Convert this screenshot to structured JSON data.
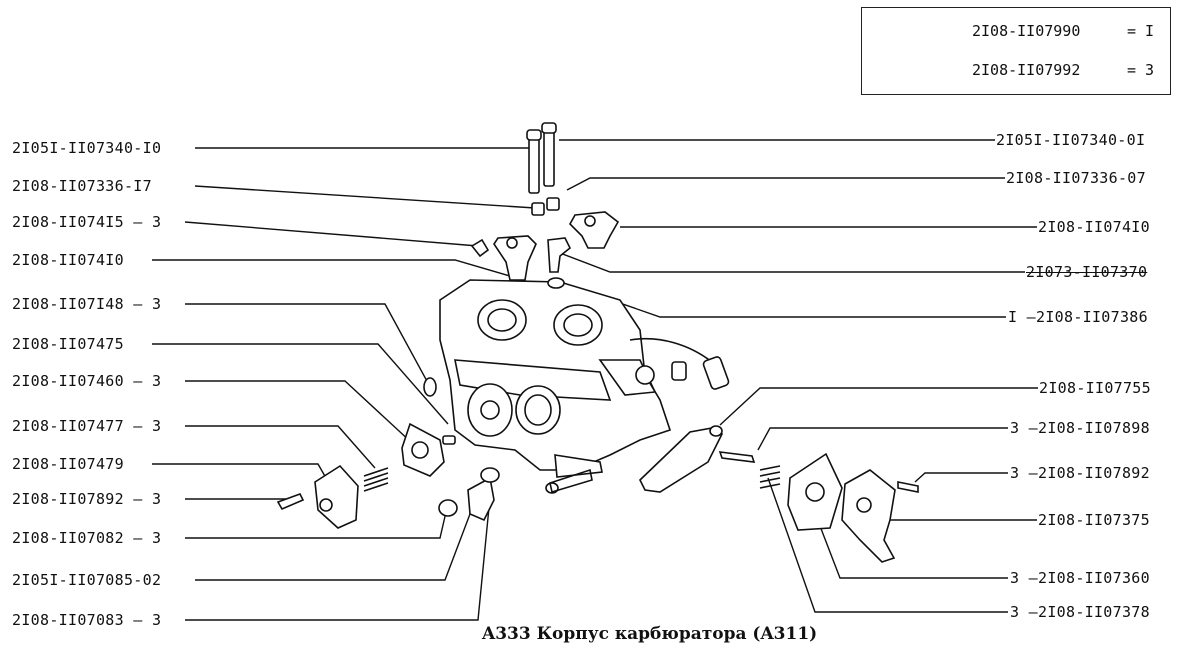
{
  "legend": {
    "rows": [
      {
        "part": "2I08-II07990",
        "eq": "= I"
      },
      {
        "part": "2I08-II07992",
        "eq": "= 3"
      }
    ]
  },
  "left_labels": [
    "2I05I-II07340-I0",
    "2I08-II07336-I7",
    "2I08-II074I5 – 3",
    "2I08-II074I0",
    "2I08-II07I48 – 3",
    "2I08-II07475",
    "2I08-II07460 – 3",
    "2I08-II07477 – 3",
    "2I08-II07479",
    "2I08-II07892 – 3",
    "2I08-II07082 – 3",
    "2I05I-II07085-02",
    "2I08-II07083 – 3"
  ],
  "right_labels": [
    "2I05I-II07340-0I",
    "2I08-II07336-07",
    "2I08-II074I0",
    "2I073-II07370",
    "I —2I08-II07386",
    "2I08-II07755",
    "3 —2I08-II07898",
    "3 —2I08-II07892",
    "2I08-II07375",
    "3 —2I08-II07360",
    "3 —2I08-II07378"
  ],
  "caption": "A333  Корпус карбюратора (A311)"
}
